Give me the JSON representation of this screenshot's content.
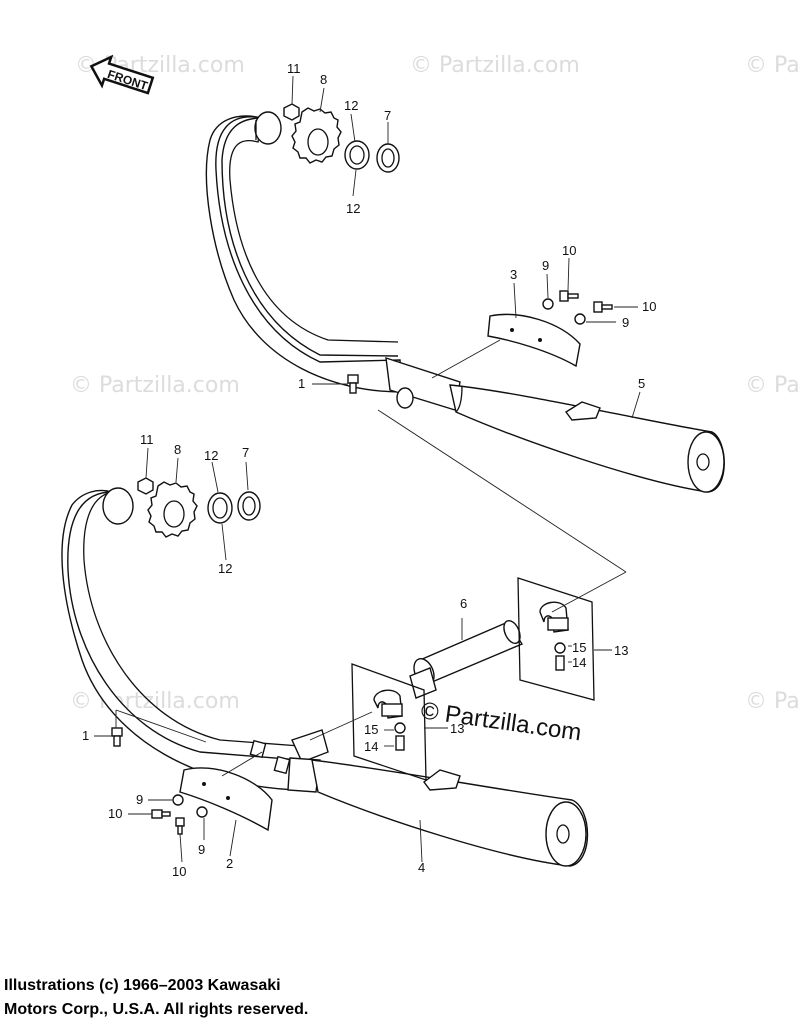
{
  "watermark": "© Partzilla.com",
  "watermark_main": "© Partzilla.com",
  "front_arrow": {
    "text": "FRONT",
    "icon": "front-arrow-icon"
  },
  "copyright": {
    "line1": "Illustrations (c) 1966–2003 Kawasaki",
    "line2": "Motors Corp., U.S.A.  All rights reserved."
  },
  "labels": {
    "n1": "1",
    "n2": "2",
    "n3": "3",
    "n4": "4",
    "n5": "5",
    "n6": "6",
    "n7": "7",
    "n8": "8",
    "n9": "9",
    "n10": "10",
    "n11": "11",
    "n12": "12",
    "n13": "13",
    "n14": "14",
    "n15": "15"
  }
}
